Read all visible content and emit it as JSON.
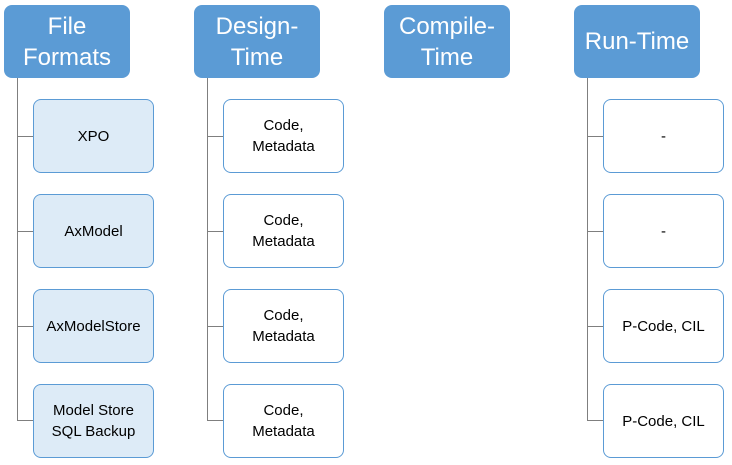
{
  "columns": [
    {
      "title": "File\nFormats",
      "items": [
        "XPO",
        "AxModel",
        "AxModelStore",
        "Model Store\nSQL Backup"
      ]
    },
    {
      "title": "Design-\nTime",
      "items": [
        "Code,\nMetadata",
        "Code,\nMetadata",
        "Code,\nMetadata",
        "Code,\nMetadata"
      ]
    },
    {
      "title": "Compile-\nTime",
      "items": []
    },
    {
      "title": "Run-Time",
      "items": [
        "-",
        "-",
        "P-Code, CIL",
        "P-Code, CIL"
      ]
    }
  ]
}
